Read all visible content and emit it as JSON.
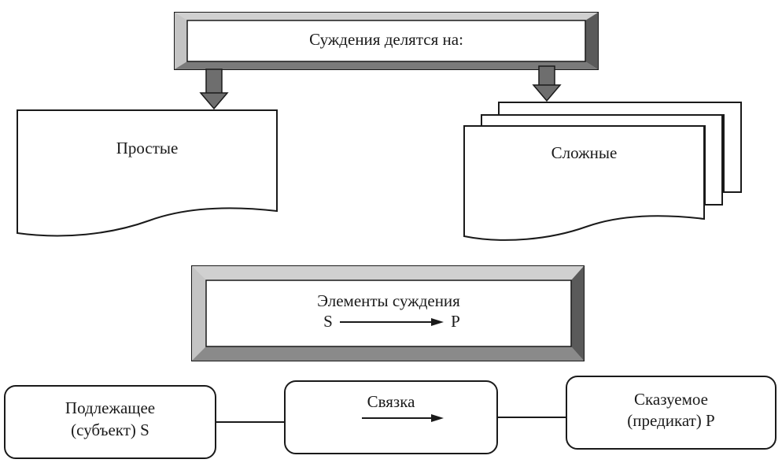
{
  "title_box": {
    "label": "Суждения делятся на:"
  },
  "left_box": {
    "label": "Простые"
  },
  "right_box": {
    "label": "Сложные"
  },
  "elements_box": {
    "title": "Элементы суждения",
    "from": "S",
    "to": "P"
  },
  "bottom": {
    "subject_line1": "Подлежащее",
    "subject_line2": "(субъект) S",
    "link": "Связка",
    "predicate_line1": "Сказуемое",
    "predicate_line2": "(предикат) P"
  },
  "colors": {
    "stroke": "#1a1a1a",
    "bevel_light": "#bdbdbd",
    "bevel_mid": "#8a8a8a",
    "bevel_dark": "#4a4a4a",
    "arrow_fill": "#6e6e6e"
  }
}
